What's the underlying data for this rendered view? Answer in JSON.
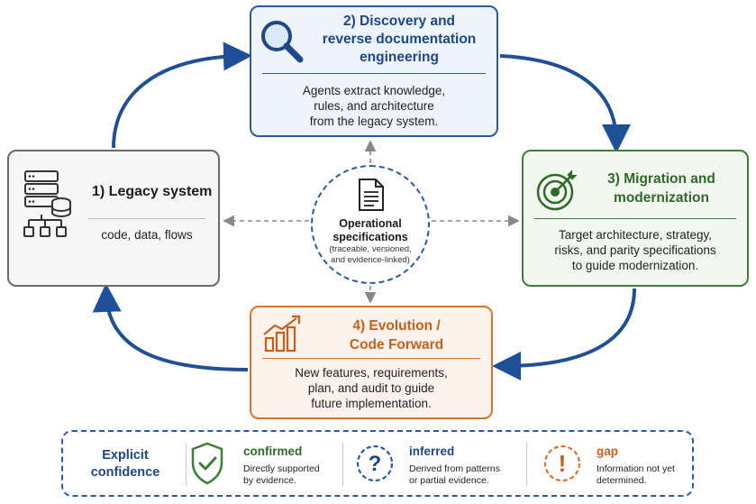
{
  "legacy": {
    "title": "1) Legacy system",
    "body": "code, data, flows"
  },
  "discovery": {
    "title_line1": "2) Discovery and",
    "title_line2": "reverse documentation",
    "title_line3": "engineering",
    "body_line1": "Agents extract knowledge,",
    "body_line2": "rules, and architecture",
    "body_line3": "from the legacy system."
  },
  "migration": {
    "title_line1": "3) Migration and",
    "title_line2": "modernization",
    "body_line1": "Target architecture, strategy,",
    "body_line2": "risks, and parity specifications",
    "body_line3": "to guide modernization."
  },
  "evolution": {
    "title_line1": "4) Evolution /",
    "title_line2": "Code Forward",
    "body_line1": "New features, requirements,",
    "body_line2": "plan, and audit to guide",
    "body_line3": "future implementation."
  },
  "center": {
    "title_line1": "Operational",
    "title_line2": "specifications",
    "sub_line1": "(traceable, versioned,",
    "sub_line2": "and evidence-linked)"
  },
  "legend": {
    "title_line1": "Explicit",
    "title_line2": "confidence",
    "items": [
      {
        "name": "confirmed",
        "desc_line1": "Directly supported",
        "desc_line2": "by evidence.",
        "icon": "shield-check-icon",
        "color": "#3f7d38"
      },
      {
        "name": "inferred",
        "desc_line1": "Derived from patterns",
        "desc_line2": "or partial evidence.",
        "icon": "question-circle-icon",
        "color": "#2d5a9c"
      },
      {
        "name": "gap",
        "desc_line1": "Information not yet",
        "desc_line2": "determined.",
        "icon": "exclamation-circle-icon",
        "color": "#d9732e"
      }
    ]
  },
  "colors": {
    "blue": "#2d5a9c",
    "green": "#3f7d38",
    "orange": "#d9732e",
    "gray": "#6a6a6a",
    "arrow_dark": "#1f4f96"
  }
}
